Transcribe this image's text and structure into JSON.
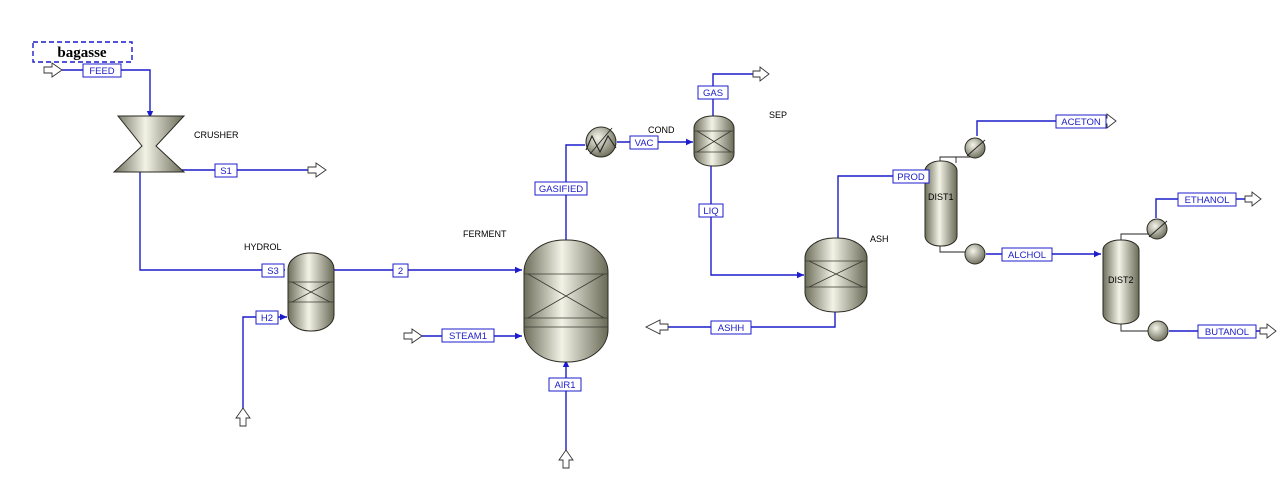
{
  "diagram": {
    "title": "bagasse",
    "blocks": {
      "crusher": "CRUSHER",
      "hydrol": "HYDROL",
      "ferment": "FERMENT",
      "cond": "COND",
      "sep": "SEP",
      "ash": "ASH",
      "dist1": "DIST1",
      "dist2": "DIST2"
    },
    "streams": {
      "feed": "FEED",
      "s1": "S1",
      "s3": "S3",
      "h2": "H2",
      "two": "2",
      "steam1": "STEAM1",
      "air1": "AIR1",
      "gasified": "GASIFIED",
      "vac": "VAC",
      "gas": "GAS",
      "liq": "LIQ",
      "ashh": "ASHH",
      "prod": "PROD",
      "aceton": "ACETON",
      "alchol": "ALCHOL",
      "ethanol": "ETHANOL",
      "butanol": "BUTANOL"
    },
    "colors": {
      "stream": "#1c1ccc",
      "vessel_light": "#f2f2e6",
      "vessel_dark": "#6e6e5c"
    },
    "icons": {
      "in_out": "hollow-arrow-icon",
      "exchanger": "heat-exchanger-icon"
    }
  }
}
